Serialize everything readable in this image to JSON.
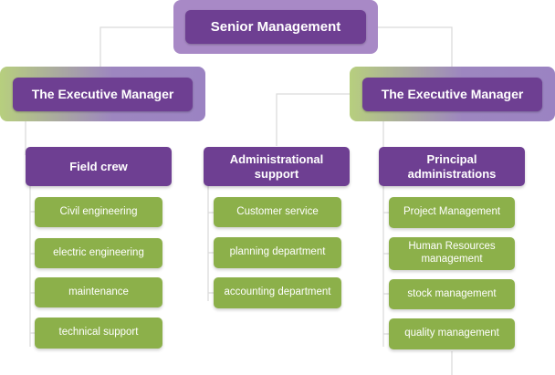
{
  "top": {
    "label": "Senior Management"
  },
  "executives": [
    {
      "label": "The Executive Manager"
    },
    {
      "label": "The Executive Manager"
    }
  ],
  "departments": [
    {
      "label": "Field crew",
      "units": [
        "Civil engineering",
        "electric engineering",
        "maintenance",
        "technical support"
      ]
    },
    {
      "label": "Administrational support",
      "units": [
        "Customer service",
        "planning department",
        "accounting department"
      ]
    },
    {
      "label": "Principal administrations",
      "units": [
        "Project Management",
        "Human Resources management",
        "stock management",
        "quality management"
      ]
    }
  ],
  "colors": {
    "purple_dark": "#6e3f92",
    "purple_light": "#a889c6",
    "green": "#8cb04a",
    "connector": "#d9d9d9"
  }
}
